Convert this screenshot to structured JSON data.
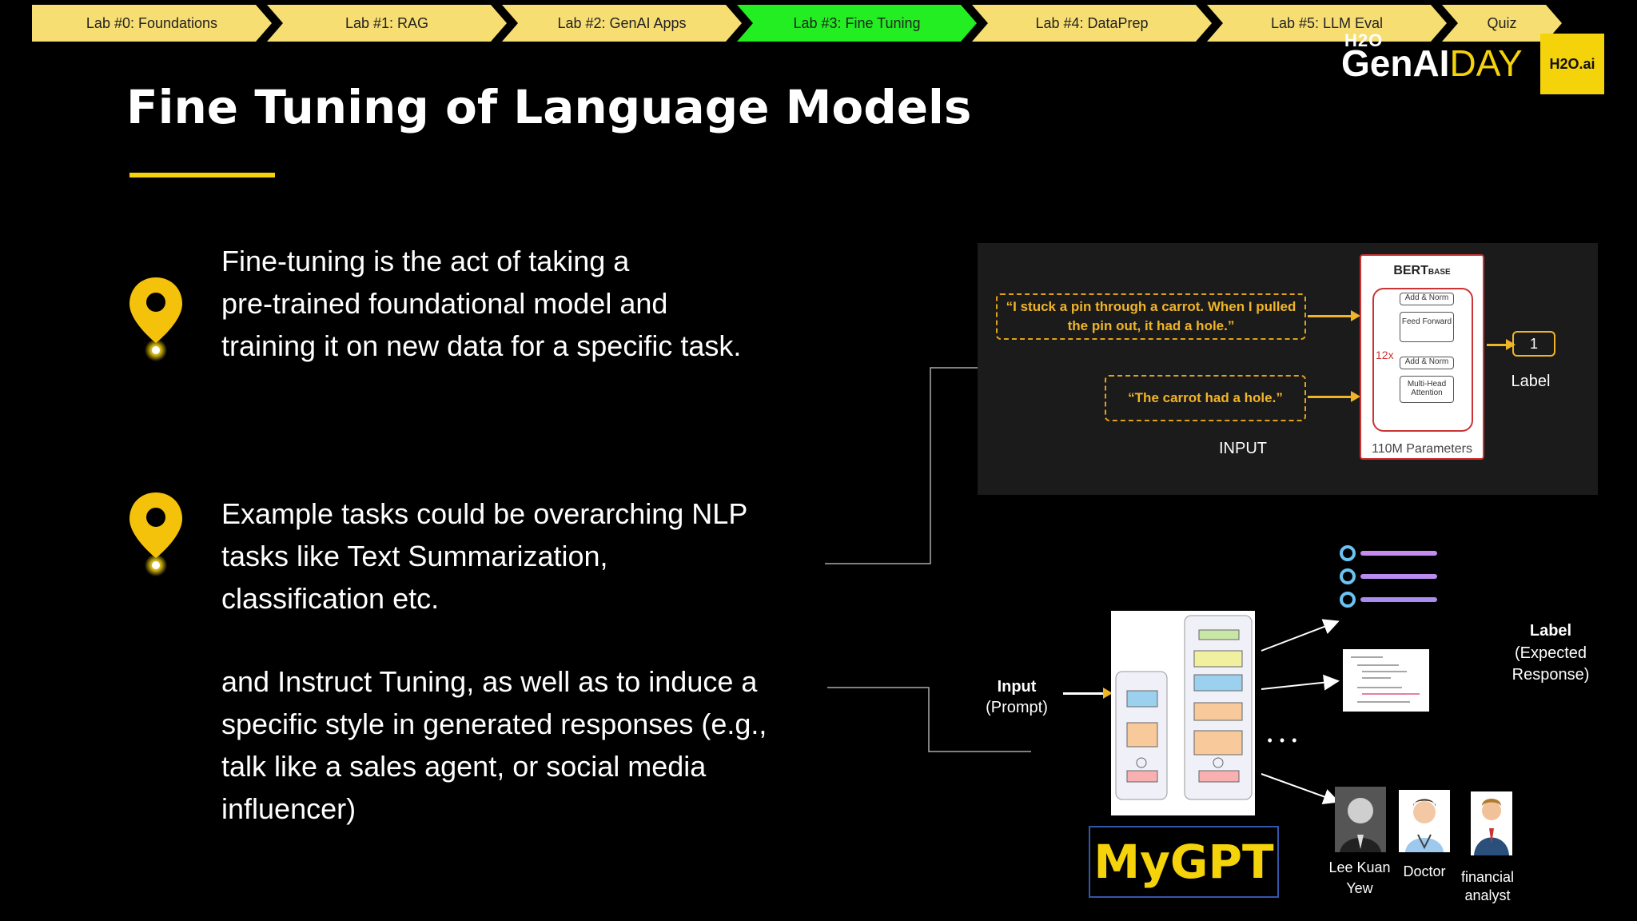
{
  "nav": {
    "items": [
      {
        "label": "Lab #0: Foundations",
        "color": "#f7de72"
      },
      {
        "label": "Lab #1: RAG",
        "color": "#f7de72"
      },
      {
        "label": "Lab #2: GenAI Apps",
        "color": "#f7de72"
      },
      {
        "label": "Lab #3: Fine Tuning",
        "color": "#22ee22"
      },
      {
        "label": "Lab #4: DataPrep",
        "color": "#f7de72"
      },
      {
        "label": "Lab #5: LLM Eval",
        "color": "#f7de72"
      },
      {
        "label": "Quiz",
        "color": "#f7de72"
      }
    ]
  },
  "logo": {
    "h2o_small": "H2O",
    "gen": "GenAI",
    "day": "DAY",
    "badge": "H2O.ai"
  },
  "title": "Fine Tuning of Language Models",
  "bullets": [
    "Fine-tuning is the act of taking a\npre-trained foundational model and\ntraining it on new data for a specific task.",
    "Example tasks could be overarching NLP\ntasks like Text Summarization,\nclassification etc.",
    "and Instruct Tuning, as well as to induce a\nspecific style in generated responses (e.g.,\ntalk like a sales agent, or social media\ninfluencer)"
  ],
  "bert": {
    "sentence1": "“I stuck a pin through a carrot. When I pulled the pin out, it had a hole.”",
    "sentence2": "“The carrot had a hole.”",
    "input_label": "INPUT",
    "model_name": "BERT",
    "model_sub": "BASE",
    "block1_top": "Add & Norm",
    "block1_main": "Feed Forward",
    "block2_top": "Add & Norm",
    "block2_main": "Multi-Head Attention",
    "repeat": "12x",
    "params": "110M Parameters",
    "output_value": "1",
    "output_label": "Label"
  },
  "lower": {
    "input_bold": "Input",
    "input_sub": "(Prompt)",
    "ellipsis": "• • •",
    "mygpt": "MyGPT",
    "label_bold": "Label",
    "label_sub": "(Expected\nResponse)",
    "personas": [
      "Lee Kuan\nYew",
      "Doctor",
      "financial\nanalyst"
    ]
  }
}
